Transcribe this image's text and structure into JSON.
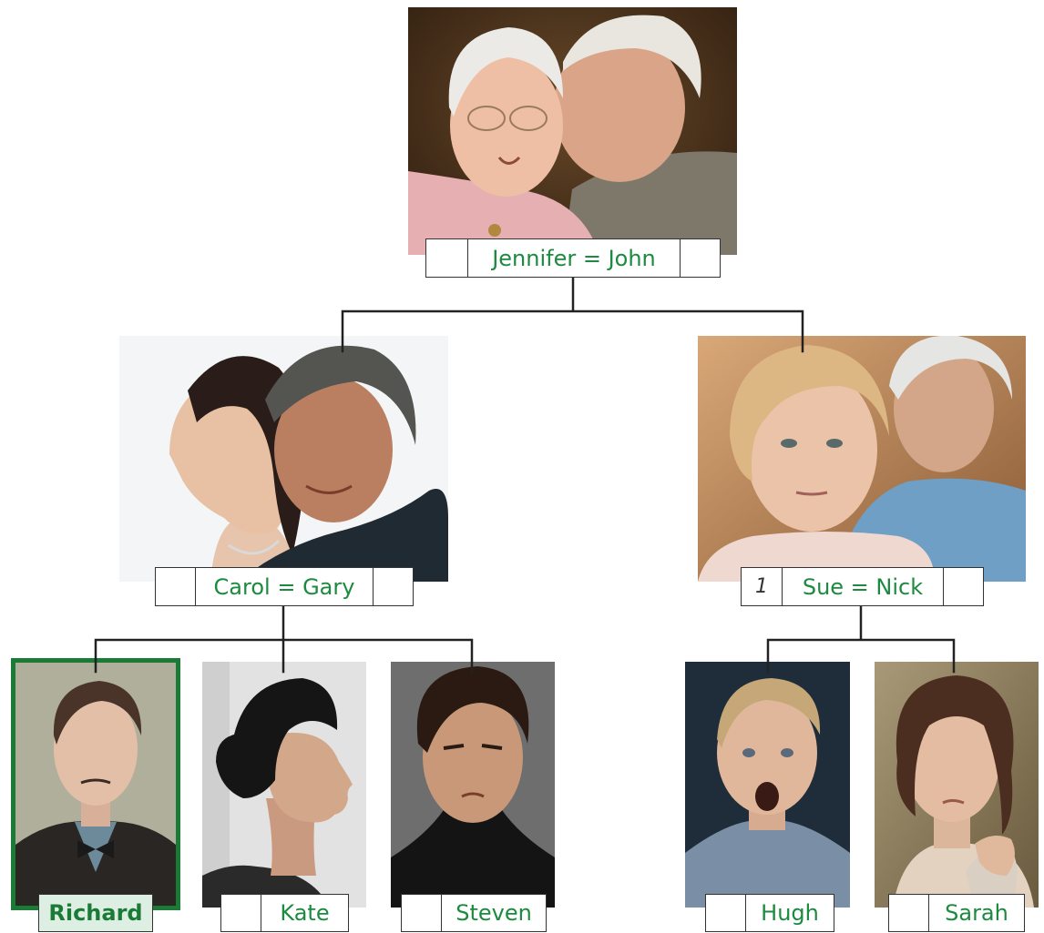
{
  "colors": {
    "name_text": "#1c8a3f",
    "highlight_border": "#1c7a37",
    "highlight_fill": "#dcefe2",
    "line": "#222222"
  },
  "grandparents": {
    "name": "Jennifer = John",
    "number": ""
  },
  "left_couple": {
    "name": "Carol = Gary",
    "number": ""
  },
  "right_couple": {
    "name": "Sue = Nick",
    "number": "1"
  },
  "children": {
    "richard": "Richard",
    "kate": "Kate",
    "steven": "Steven",
    "hugh": "Hugh",
    "sarah": "Sarah"
  }
}
